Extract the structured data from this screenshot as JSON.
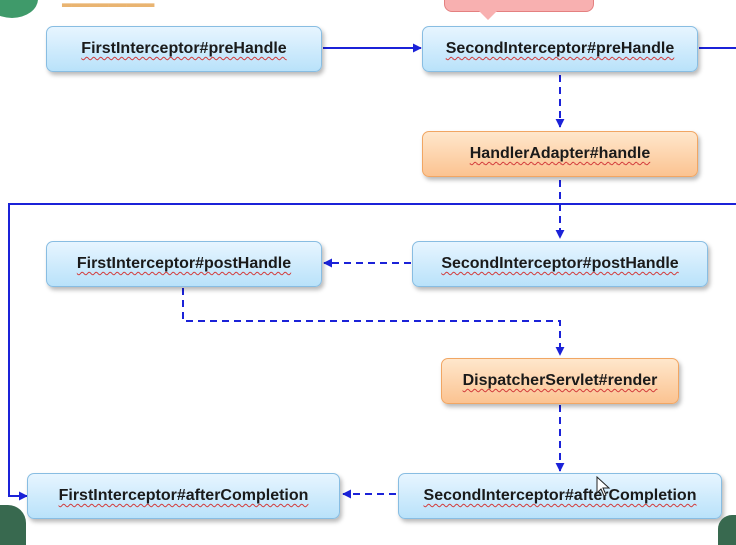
{
  "diagram": {
    "nodes": {
      "first_pre": "FirstInterceptor#preHandle",
      "second_pre": "SecondInterceptor#preHandle",
      "handler_adapter": "HandlerAdapter#handle",
      "second_post": "SecondInterceptor#postHandle",
      "first_post": "FirstInterceptor#postHandle",
      "dispatcher_render": "DispatcherServlet#render",
      "second_after": "SecondInterceptor#afterCompletion",
      "first_after": "FirstInterceptor#afterCompletion"
    },
    "edges": [
      {
        "from": "first_pre",
        "to": "second_pre",
        "style": "solid"
      },
      {
        "from": "second_pre",
        "to": "handler_adapter",
        "style": "dashed"
      },
      {
        "from": "handler_adapter",
        "to": "second_post",
        "style": "dashed"
      },
      {
        "from": "second_post",
        "to": "first_post",
        "style": "dashed"
      },
      {
        "from": "first_post",
        "to": "dispatcher_render",
        "style": "dashed"
      },
      {
        "from": "dispatcher_render",
        "to": "second_after",
        "style": "dashed"
      },
      {
        "from": "second_after",
        "to": "first_after",
        "style": "dashed"
      },
      {
        "from": "offscreen-right",
        "to": "first_after",
        "style": "solid"
      }
    ]
  },
  "colors": {
    "arrow": "#1b22d8",
    "blue_box": "#b9e2fa",
    "orange_box": "#fbc391",
    "pink_box": "#f8b0b0"
  }
}
